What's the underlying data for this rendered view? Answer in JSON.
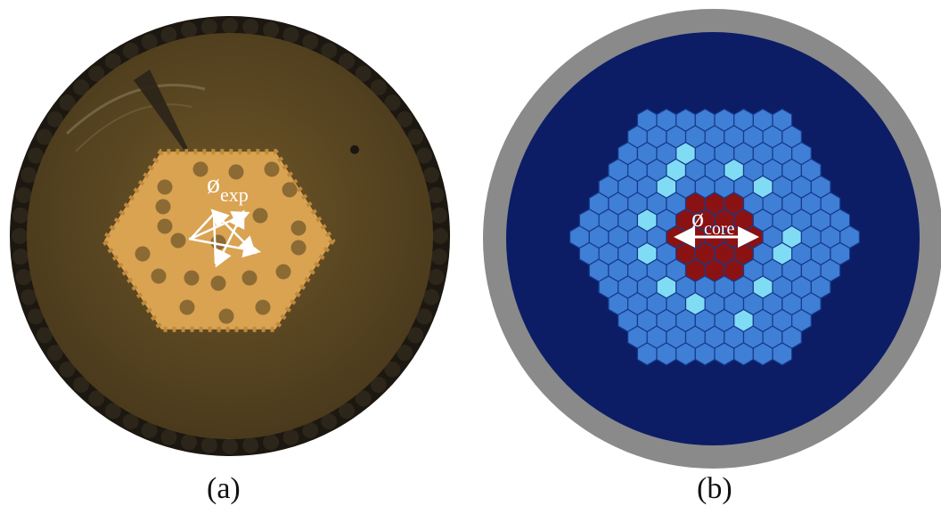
{
  "panels": [
    {
      "label": "(a)",
      "annotation": {
        "symbol": "ø",
        "subscript": "exp"
      },
      "colors": {
        "rim": "#1c1710",
        "cladding": "#5e4a24",
        "core_region": "#d9a352",
        "holes": "#8c6a34",
        "arrows": "#ffffff"
      }
    },
    {
      "label": "(b)",
      "annotation": {
        "symbol": "ø",
        "subscript": "core"
      },
      "colors": {
        "jacket": "#8a8a8a",
        "cladding": "#0c1d66",
        "cells": "#3f7fd6",
        "highlight_cells": "#7fdcf4",
        "core_cells": "#8a1212",
        "cell_outline": "#173a8a"
      }
    }
  ]
}
